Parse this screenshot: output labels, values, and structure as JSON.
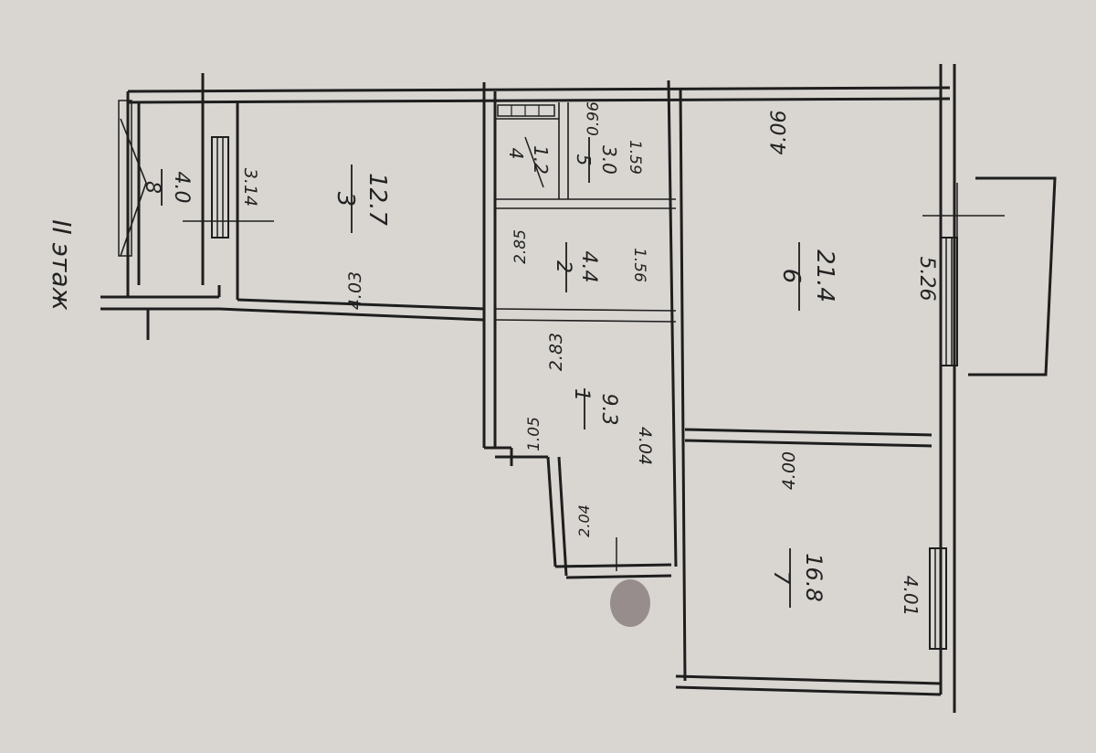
{
  "floor_label": "II этаж",
  "colors": {
    "paper": "#d9d6d1",
    "ink": "#1e1e1e",
    "blur": "#8b8080"
  },
  "rooms": [
    {
      "number": "8",
      "area": "4.0"
    },
    {
      "number": "3",
      "area": "12.7"
    },
    {
      "number": "4",
      "area": "1.2"
    },
    {
      "number": "5",
      "area": "3.0"
    },
    {
      "number": "2",
      "area": "4.4"
    },
    {
      "number": "1",
      "area": "9.3"
    },
    {
      "number": "6",
      "area": "21.4"
    },
    {
      "number": "7",
      "area": "16.8"
    }
  ],
  "dimensions": {
    "d314": "3.14",
    "d403": "4.03",
    "d096": "0.96",
    "d159": "1.59",
    "d285": "2.85",
    "d156": "1.56",
    "d283": "2.83",
    "d105": "1.05",
    "d404": "4.04",
    "d204": "2.04",
    "d406": "4.06",
    "d526": "5.26",
    "d400": "4.00",
    "d401": "4.01"
  }
}
